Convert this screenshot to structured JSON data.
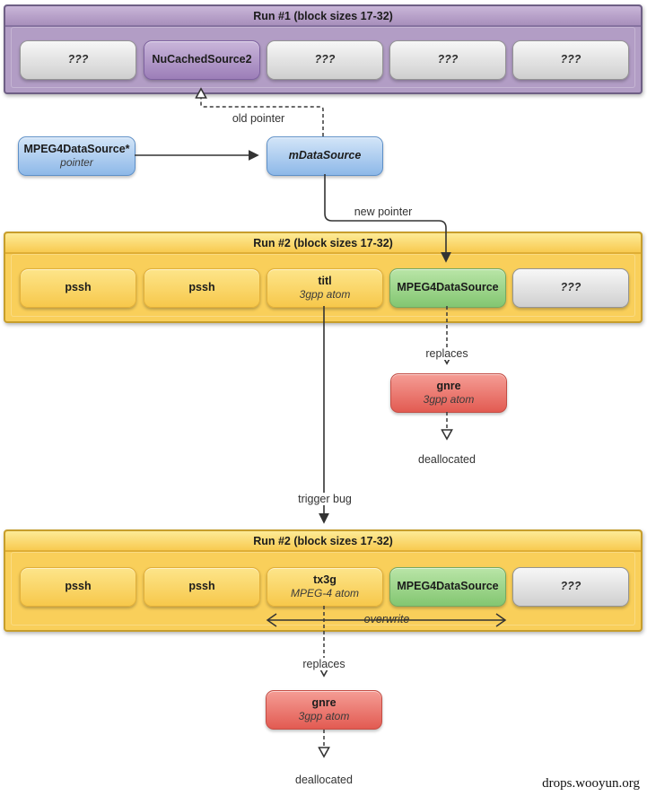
{
  "diagram": {
    "watermark": "drops.wooyun.org",
    "colors": {
      "purple_container": "#b29dc5",
      "purple_block": "#9c7eb8",
      "yellow_container": "#f9cf5a",
      "yellow_block": "#f7c84b",
      "green_block": "#83c671",
      "blue_block": "#8db8e8",
      "red_block": "#e25b52",
      "gray_block": "#cfcfcf",
      "line": "#333333"
    },
    "run1": {
      "title": "Run #1 (block sizes 17-32)",
      "blocks": [
        {
          "label": "???"
        },
        {
          "label": "NuCachedSource2"
        },
        {
          "label": "???"
        },
        {
          "label": "???"
        },
        {
          "label": "???"
        }
      ]
    },
    "pointer_box": {
      "title": "MPEG4DataSource*",
      "subtitle": "pointer"
    },
    "mdatasource": {
      "title": "mDataSource"
    },
    "edges": {
      "old_pointer": "old pointer",
      "new_pointer": "new pointer",
      "replaces_1": "replaces",
      "deallocated_1": "deallocated",
      "trigger_bug": "trigger bug",
      "overwrite": "overwrite",
      "replaces_2": "replaces",
      "deallocated_2": "deallocated"
    },
    "run2a": {
      "title": "Run #2 (block sizes 17-32)",
      "blocks": [
        {
          "label": "pssh"
        },
        {
          "label": "pssh"
        },
        {
          "label": "titl",
          "sublabel": "3gpp atom"
        },
        {
          "label": "MPEG4DataSource"
        },
        {
          "label": "???"
        }
      ]
    },
    "gnre1": {
      "title": "gnre",
      "subtitle": "3gpp atom"
    },
    "run2b": {
      "title": "Run #2 (block sizes 17-32)",
      "blocks": [
        {
          "label": "pssh"
        },
        {
          "label": "pssh"
        },
        {
          "label": "tx3g",
          "sublabel": "MPEG-4 atom"
        },
        {
          "label": "MPEG4DataSource"
        },
        {
          "label": "???"
        }
      ]
    },
    "gnre2": {
      "title": "gnre",
      "subtitle": "3gpp atom"
    }
  }
}
